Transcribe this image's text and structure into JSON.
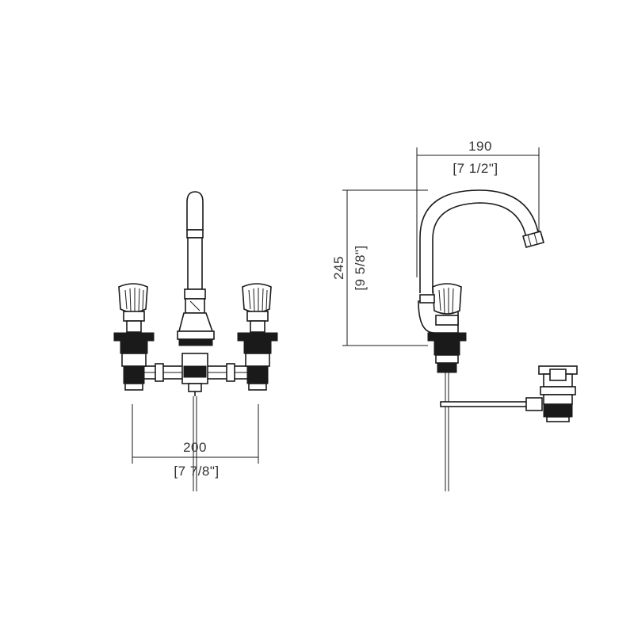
{
  "front_view": {
    "width_value": "200",
    "width_inches": "[7 7/8\"]"
  },
  "side_view": {
    "reach_value": "190",
    "reach_inches": "[7 1/2\"]",
    "height_value": "245",
    "height_inches": "[9 5/8\"]"
  },
  "colors": {
    "ink": "#1a1a1a",
    "dimension_text": "#333333",
    "background": "#ffffff"
  }
}
